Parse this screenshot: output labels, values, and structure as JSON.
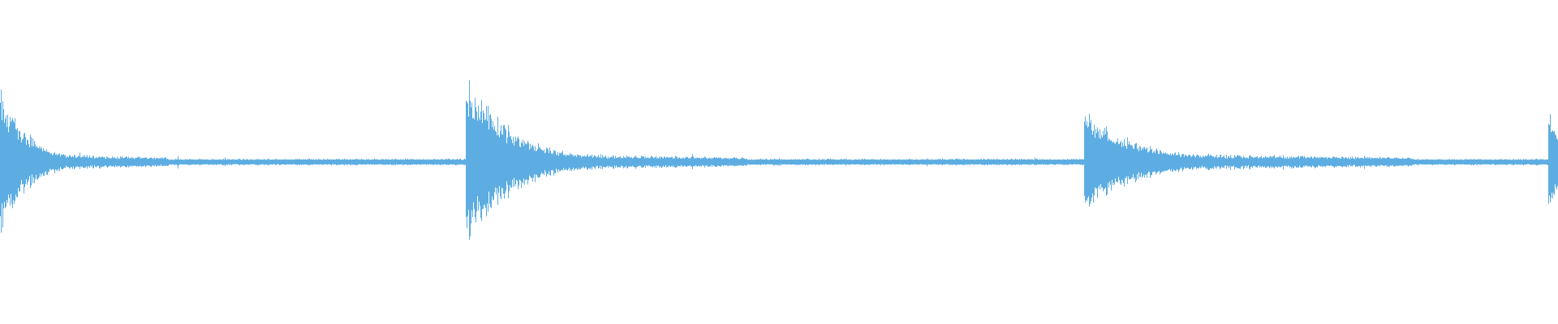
{
  "waveform": {
    "color": "#5dade2",
    "background": "#ffffff",
    "duration_fraction_transients": [
      {
        "position": 0.0,
        "peak_amplitude": 0.88,
        "decay": 0.018
      },
      {
        "position": 0.2995,
        "peak_amplitude": 1.0,
        "decay": 0.03
      },
      {
        "position": 0.6965,
        "peak_amplitude": 0.6,
        "decay": 0.035
      },
      {
        "position": 0.9945,
        "peak_amplitude": 0.65,
        "decay": 0.01
      }
    ],
    "noise_floor_amplitude": 0.03
  }
}
